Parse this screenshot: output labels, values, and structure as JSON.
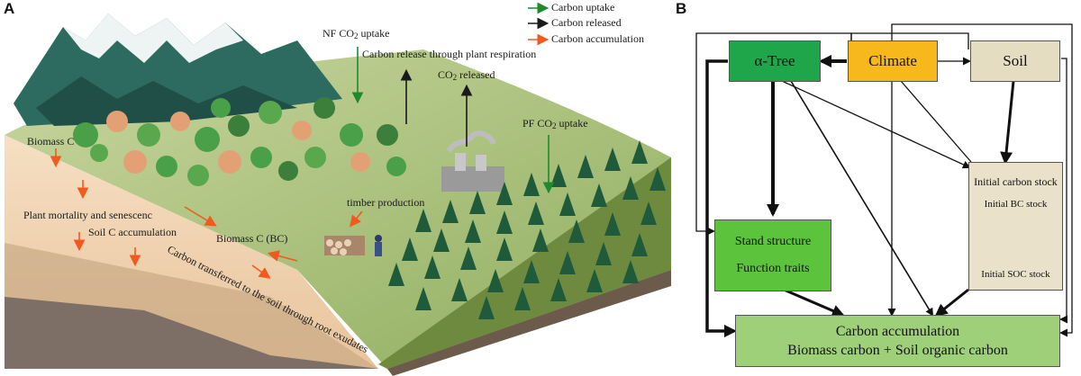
{
  "panel_a": {
    "label": "A",
    "legend": [
      {
        "text": "Carbon uptake",
        "color": "#1e8a2e"
      },
      {
        "text": "Carbon released",
        "color": "#1a1a1a"
      },
      {
        "text": "Carbon accumulation",
        "color": "#f05a1e"
      }
    ],
    "labels": {
      "nf_uptake_pre": "NF CO",
      "nf_uptake_sub": "2",
      "nf_uptake_post": " uptake",
      "plant_respiration": "Carbon release through plant respiration",
      "co2_released_pre": "CO",
      "co2_released_sub": "2",
      "co2_released_post": " released",
      "pf_uptake_pre": "PF CO",
      "pf_uptake_sub": "2",
      "pf_uptake_post": " uptake",
      "biomass_c": "Biomass C",
      "plant_mortality": "Plant mortality and senescenc",
      "soil_c_accumulation": "Soil C accumulation",
      "biomass_c_bc": "Biomass C (BC)",
      "timber_production": "timber production",
      "root_exudates": "Carbon transferred to the soil through root exudates"
    }
  },
  "panel_b": {
    "label": "B",
    "alpha_tree": "α-Tree",
    "climate": "Climate",
    "soil": "Soil",
    "initial_carbon_stock": "Initial carbon stock",
    "initial_bc_stock": "Initial BC stock",
    "initial_soc_stock": "Initial SOC stock",
    "stand_structure": "Stand structure",
    "function_traits": "Function traits",
    "carbon_accumulation": "Carbon accumulation",
    "biomass_plus_soc": "Biomass carbon + Soil organic carbon",
    "colors": {
      "alpha_tree": "#1fa64a",
      "climate": "#f6b81a",
      "soil": "#e5ddc2",
      "initial_carbon_stock": "#e9e1c9",
      "stand_structure": "#5cc43c",
      "carbon_accumulation": "#9ed07a"
    }
  }
}
